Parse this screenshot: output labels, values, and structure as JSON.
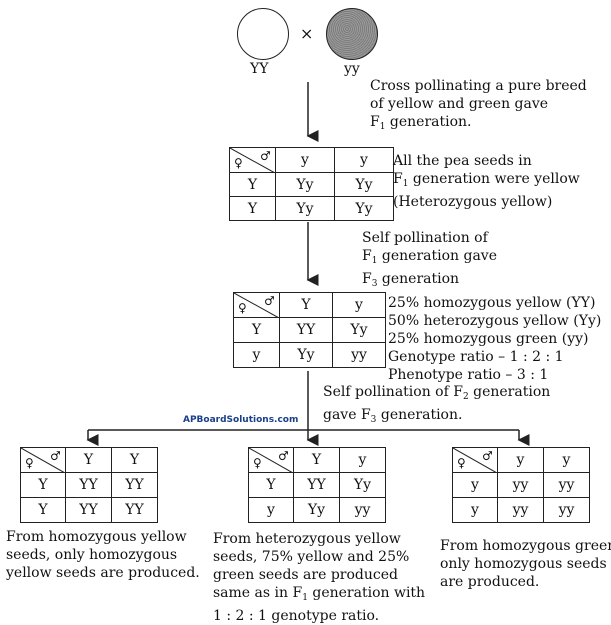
{
  "parents": {
    "left_label": "YY",
    "right_label": "yy",
    "cross": "×"
  },
  "corner_symbols": {
    "female": "♀",
    "male": "♂"
  },
  "texts": {
    "cross_desc": [
      "Cross pollinating a pure breed",
      "of yellow and green gave",
      "F",
      "1",
      " generation."
    ],
    "f1_desc": [
      "All the pea seeds in",
      "F",
      "1",
      " generation were yellow",
      "(Heterozygous yellow)"
    ],
    "self1": [
      "Self pollination of",
      "F",
      "1",
      " generation gave",
      "F",
      "3",
      " generation"
    ],
    "f2_desc": [
      "25% homozygous yellow (YY)",
      "50% heterozygous yellow (Yy)",
      "25% homozygous green (yy)",
      "Genotype ratio – 1 : 2 : 1",
      "Phenotype ratio – 3 : 1"
    ],
    "self2": [
      "Self pollination of F",
      "2",
      " generation",
      "gave F",
      "3",
      " generation."
    ],
    "watermark": "APBoardSolutions.com",
    "left_desc": [
      "From homozygous yellow",
      "seeds, only homozygous",
      "yellow seeds are produced."
    ],
    "mid_desc": [
      "From heterozygous yellow",
      "seeds, 75% yellow and 25%",
      "green seeds are produced",
      "same as in F",
      "1",
      " generation with",
      "1 : 2 : 1 genotype ratio."
    ],
    "right_desc": [
      "From homozygous green",
      "only homozygous seeds",
      "are produced."
    ]
  },
  "tables": {
    "f1": {
      "header": [
        "y",
        "y"
      ],
      "rows": [
        [
          "Y",
          "Yy",
          "Yy"
        ],
        [
          "Y",
          "Yy",
          "Yy"
        ]
      ]
    },
    "f2": {
      "header": [
        "Y",
        "y"
      ],
      "rows": [
        [
          "Y",
          "YY",
          "Yy"
        ],
        [
          "y",
          "Yy",
          "yy"
        ]
      ]
    },
    "f3_left": {
      "header": [
        "Y",
        "Y"
      ],
      "rows": [
        [
          "Y",
          "YY",
          "YY"
        ],
        [
          "Y",
          "YY",
          "YY"
        ]
      ]
    },
    "f3_mid": {
      "header": [
        "Y",
        "y"
      ],
      "rows": [
        [
          "Y",
          "YY",
          "Yy"
        ],
        [
          "y",
          "Yy",
          "yy"
        ]
      ]
    },
    "f3_right": {
      "header": [
        "y",
        "y"
      ],
      "rows": [
        [
          "y",
          "yy",
          "yy"
        ],
        [
          "y",
          "yy",
          "yy"
        ]
      ]
    }
  },
  "colors": {
    "green_seed_fill": "#8a8a8a",
    "line": "#222222",
    "watermark": "#1a3f8a"
  }
}
